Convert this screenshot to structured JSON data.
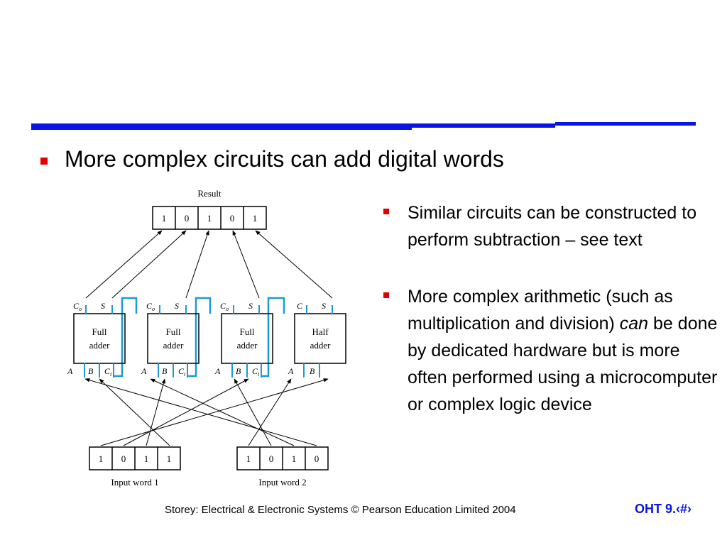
{
  "slide": {
    "main_bullet": "More complex circuits can add digital words",
    "sub_bullets": {
      "b1": "Similar circuits can be constructed to perform subtraction – see text",
      "b2_before": "More complex arithmetic (such as multiplication and division)",
      "b2_italic": "can",
      "b2_after": "be done by dedicated hardware but is more often performed using a microcomputer or complex logic device"
    },
    "footer": "Storey: Electrical & Electronic Systems © Pearson Education Limited 2004",
    "page_label": "OHT 9.‹#›"
  },
  "diagram": {
    "result_label": "Result",
    "result_bits": [
      "1",
      "0",
      "1",
      "0",
      "1"
    ],
    "adders": [
      {
        "line1": "Full",
        "line2": "adder",
        "out_c": "C",
        "out_c_sub": "o",
        "out_s": "S",
        "in_a": "A",
        "in_b": "B",
        "in_c": "C",
        "in_c_sub": "i"
      },
      {
        "line1": "Full",
        "line2": "adder",
        "out_c": "C",
        "out_c_sub": "o",
        "out_s": "S",
        "in_a": "A",
        "in_b": "B",
        "in_c": "C",
        "in_c_sub": "i"
      },
      {
        "line1": "Full",
        "line2": "adder",
        "out_c": "C",
        "out_c_sub": "o",
        "out_s": "S",
        "in_a": "A",
        "in_b": "B",
        "in_c": "C",
        "in_c_sub": "i"
      },
      {
        "line1": "Half",
        "line2": "adder",
        "out_c": "C",
        "out_c_sub": "",
        "out_s": "S",
        "in_a": "A",
        "in_b": "B"
      }
    ],
    "input1_label": "Input word 1",
    "input1_bits": [
      "1",
      "0",
      "1",
      "1"
    ],
    "input2_label": "Input word 2",
    "input2_bits": [
      "1",
      "0",
      "1",
      "0"
    ]
  },
  "colors": {
    "rule": "#0a14e6",
    "bullet": "#e00000",
    "carry_wire": "#1a9ad6",
    "page_label": "#0a14e6"
  }
}
